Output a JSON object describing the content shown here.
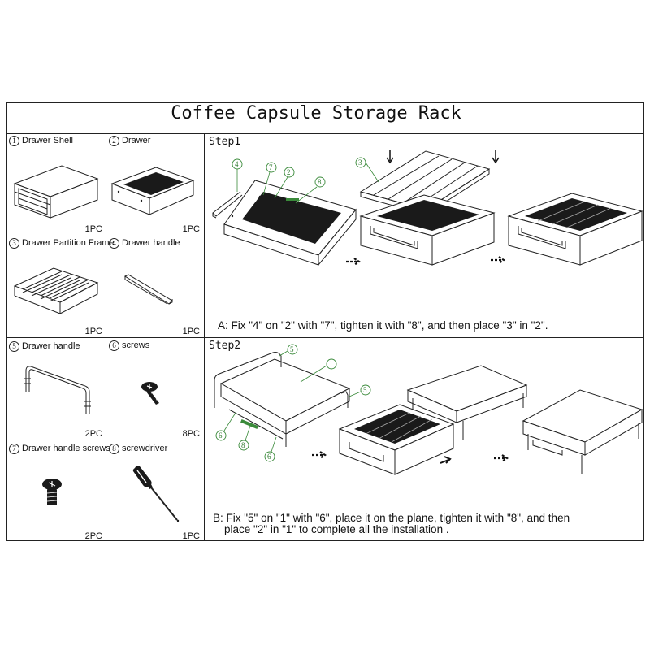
{
  "title": "Coffee Capsule Storage Rack",
  "parts": [
    {
      "num": "1",
      "name": "Drawer Shell",
      "qty": "1PC"
    },
    {
      "num": "2",
      "name": "Drawer",
      "qty": "1PC"
    },
    {
      "num": "3",
      "name": "Drawer Partition Frame",
      "qty": "1PC"
    },
    {
      "num": "4",
      "name": "Drawer handle",
      "qty": "1PC"
    },
    {
      "num": "5",
      "name": "Drawer handle",
      "qty": "2PC"
    },
    {
      "num": "6",
      "name": "screws",
      "qty": "8PC"
    },
    {
      "num": "7",
      "name": "Drawer handle screws",
      "qty": "2PC"
    },
    {
      "num": "8",
      "name": "screwdriver",
      "qty": "1PC"
    }
  ],
  "steps": [
    {
      "label": "Step1",
      "callouts": [
        "4",
        "7",
        "2",
        "8",
        "3"
      ],
      "caption": "A: Fix \"4\" on \"2\" with \"7\", tighten it with \"8\", and then place \"3\" in \"2\"."
    },
    {
      "label": "Step2",
      "callouts": [
        "5",
        "1",
        "5",
        "6",
        "8",
        "6"
      ],
      "caption_line1": "B: Fix \"5\" on \"1\" with \"6\", place it on the plane, tighten it with \"8\", and then",
      "caption_line2": "place \"2\" in \"1\" to complete all the installation ."
    }
  ]
}
